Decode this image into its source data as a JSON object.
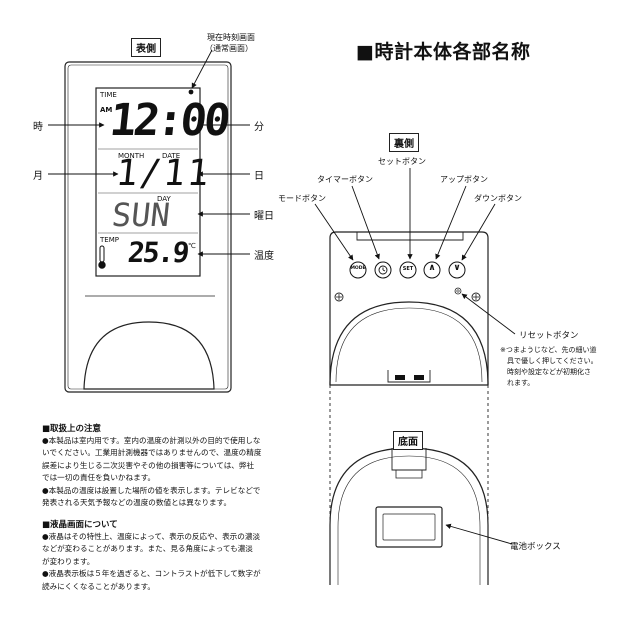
{
  "header": {
    "title": "■時計本体各部名称"
  },
  "front": {
    "label": "表側",
    "screen_callout_line1": "現在時刻画面",
    "screen_callout_line2": "（通常画面）",
    "lcd": {
      "time_tag": "TIME",
      "am_tag": "AM",
      "time": "12:00",
      "month_tag": "MONTH",
      "date_tag": "DATE",
      "date": "1/11",
      "day_tag": "DAY",
      "day": "SUN",
      "temp_tag": "TEMP",
      "temp": "25.9",
      "temp_unit": "℃"
    },
    "labels": {
      "hour": "時",
      "minute": "分",
      "month": "月",
      "day_of_month": "日",
      "weekday": "曜日",
      "temperature": "温度"
    }
  },
  "back": {
    "label": "裏側",
    "buttons": {
      "set": "セットボタン",
      "timer": "タイマーボタン",
      "up": "アップボタン",
      "mode": "モードボタン",
      "down": "ダウンボタン",
      "reset": "リセットボタン"
    },
    "button_marks": {
      "mode": "MODE",
      "set": "SET",
      "up": "∧",
      "down": "∨"
    },
    "reset_note": [
      "※つまようじなど、先の細い道",
      "具で優しく押してください。",
      "時刻や設定などが初期化さ",
      "れます。"
    ]
  },
  "bottom": {
    "label": "底面",
    "battery_box": "電池ボックス"
  },
  "handling": {
    "heading": "■取扱上の注意",
    "lines": [
      "●本製品は室内用です。室内の温度の計測以外の目的で使用しな",
      "いでください。工業用計測機器ではありませんので、温度の精度",
      "誤差により生じる二次災害やその他の損害等については、弊社",
      "では一切の責任を負いかねます。",
      "●本製品の温度は設置した場所の値を表示します。テレビなどで",
      "発表される天気予報などの温度の数値とは異なります。"
    ]
  },
  "lcd_notes": {
    "heading": "■液晶画面について",
    "lines": [
      "●液晶はその特性上、温度によって、表示の反応や、表示の濃淡",
      "などが変わることがあります。また、見る角度によっても濃淡",
      "が変わります。",
      "●液晶表示板は５年を過ぎると、コントラストが低下して数字が",
      "読みにくくなることがあります。"
    ]
  },
  "colors": {
    "ink": "#111111",
    "background": "#ffffff",
    "lcd_gray": "#555555"
  }
}
